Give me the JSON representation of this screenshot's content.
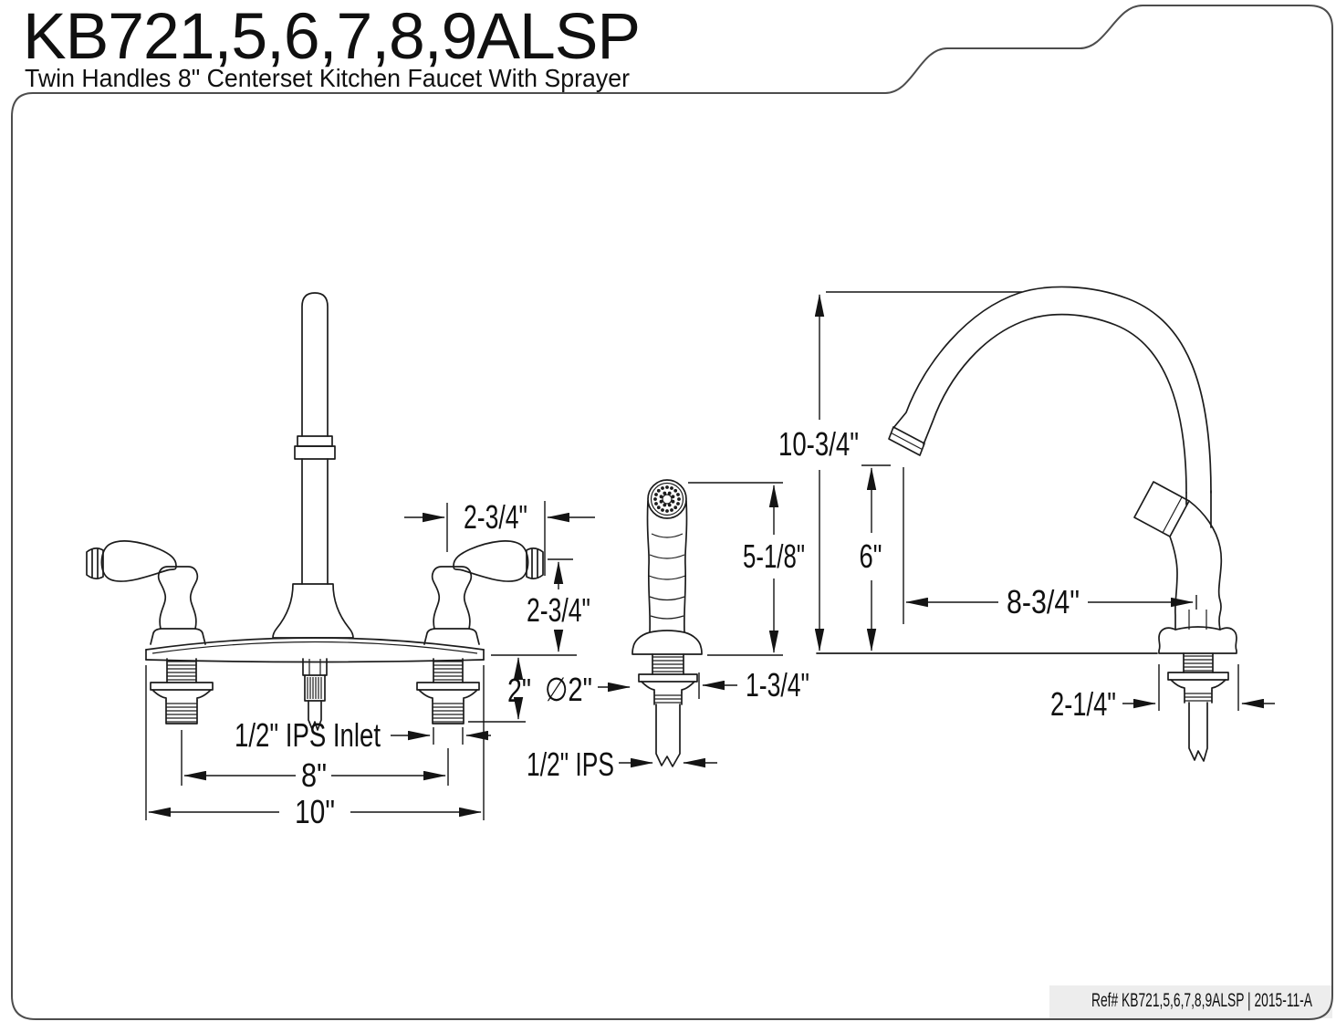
{
  "header": {
    "title": "KB721,5,6,7,8,9ALSP",
    "subtitle": "Twin Handles 8\" Centerset Kitchen Faucet With Sprayer"
  },
  "footer": {
    "ref": "Ref# KB721,5,6,7,8,9ALSP | 2015-11-A"
  },
  "front_view": {
    "handle_reach": "2-3/4\"",
    "handle_height": "2-3/4\"",
    "shank_length": "2\"",
    "hole_diameter": "∅2\"",
    "inlet_label": "1/2\" IPS Inlet",
    "faucet_centers": "8\"",
    "deck_plate_width": "10\""
  },
  "sprayer_view": {
    "height": "5-1/8\"",
    "shank_width": "1-3/4\"",
    "supply_label": "1/2\" IPS"
  },
  "side_view": {
    "overall_height": "10-3/4\"",
    "spout_outlet_height": "6\"",
    "spout_reach": "8-3/4\"",
    "sprayer_shank_width": "2-1/4\""
  }
}
